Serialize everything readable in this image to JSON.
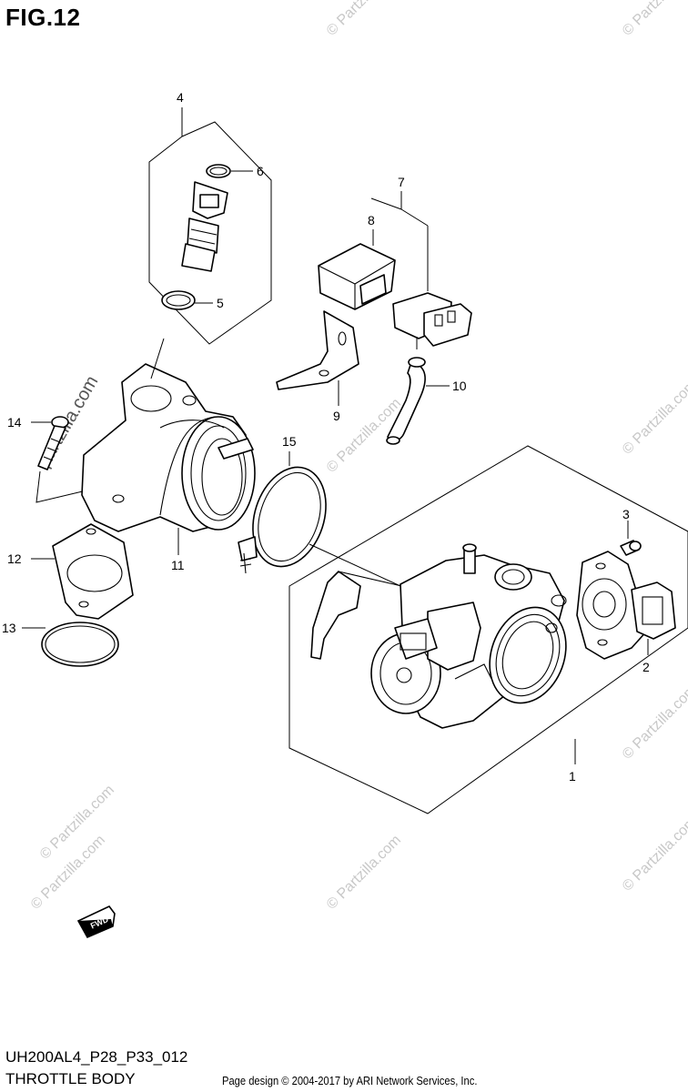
{
  "figure": {
    "title": "FIG.12",
    "code": "UH200AL4_P28_P33_012",
    "name": "THROTTLE BODY",
    "copyright": "Page design © 2004-2017 by ARI Network Services, Inc."
  },
  "watermark": {
    "text": "© Partzilla.com",
    "side_text": "partzilla.com"
  },
  "fwd_badge": "FWD",
  "callouts": {
    "c1": "1",
    "c2": "2",
    "c3": "3",
    "c4": "4",
    "c5": "5",
    "c6": "6",
    "c7": "7",
    "c8": "8",
    "c9": "9",
    "c10": "10",
    "c11": "11",
    "c12": "12",
    "c13": "13",
    "c14": "14",
    "c15": "15"
  }
}
